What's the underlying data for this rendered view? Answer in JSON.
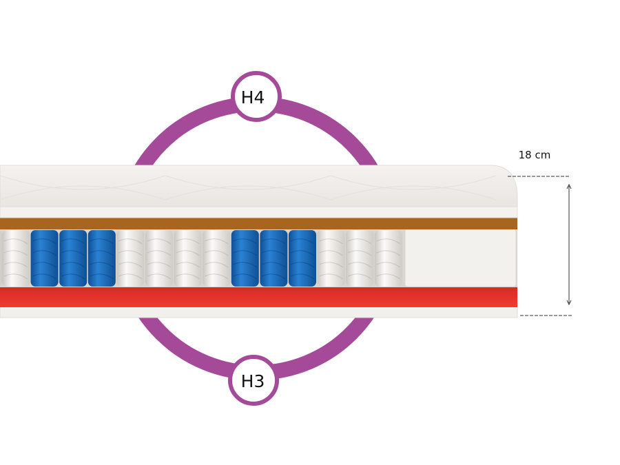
{
  "firmness": {
    "top_label": "H4",
    "bottom_label": "H3",
    "ring_color": "#A54A98"
  },
  "dimension": {
    "height_label": "18 cm"
  },
  "colors": {
    "quilt": "#EFEDEA",
    "coir": "#A8651F",
    "spring_white": "#EDEAE6",
    "spring_blue": "#1C6FBE",
    "foam_base": "#E2332C",
    "base": "#F2F0EC"
  },
  "springs": [
    "white",
    "blue",
    "blue",
    "blue",
    "white",
    "white",
    "white",
    "white",
    "blue",
    "blue",
    "blue",
    "white",
    "white",
    "white"
  ]
}
